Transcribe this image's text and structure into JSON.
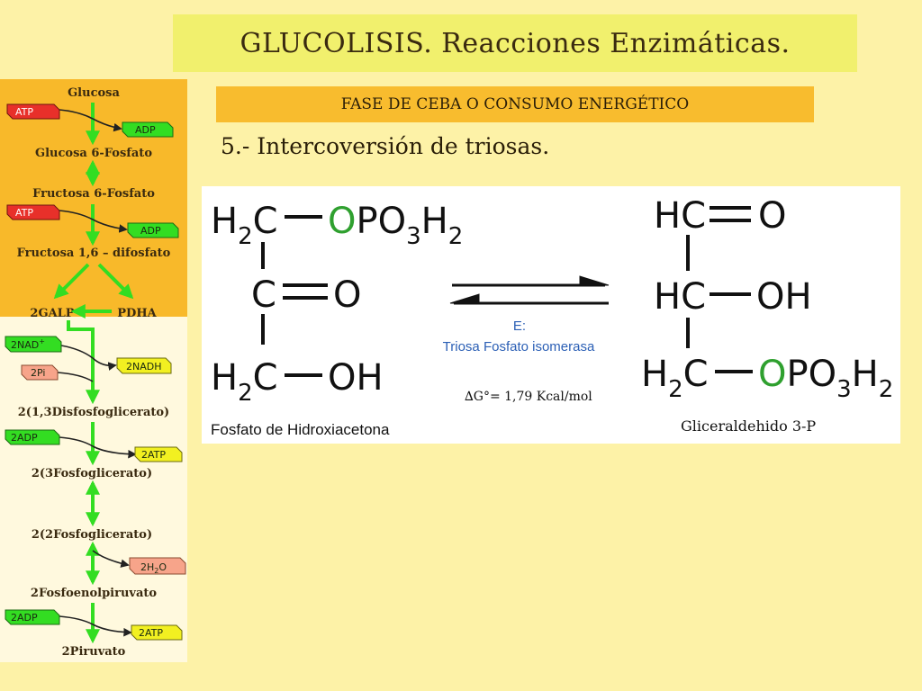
{
  "header": {
    "title": "GLUCOLISIS. Reacciones Enzimáticas.",
    "phase": "FASE DE CEBA O CONSUMO ENERGÉTICO",
    "subtitle": "5.- Intercoversión de triosas."
  },
  "pathway": {
    "steps": [
      "Glucosa",
      "Glucosa 6-Fosfato",
      "Fructosa 6-Fosfato",
      "Fructosa 1,6 – difosfato",
      "2GALP",
      "PDHA",
      "2(1,3Disfosfoglicerato)",
      "2(3Fosfoglicerato)",
      "2(2Fosfoglicerato)",
      "2Fosfoenolpiruvato",
      "2Piruvato"
    ],
    "cofactors": {
      "atp1": "ATP",
      "adp1": "ADP",
      "atp2": "ATP",
      "adp2": "ADP",
      "nad_base": "2NAD",
      "nad_sup": "+",
      "pi": "2Pi",
      "nadh": "2NADH",
      "adp3": "2ADP",
      "atp3": "2ATP",
      "water_pre": "2H",
      "water_sub": "2",
      "water_post": "O",
      "adp4": "2ADP",
      "atp4": "2ATP"
    },
    "colors": {
      "top_panel": "#f8b92a",
      "bottom_panel": "#fff9de",
      "arrow": "#33dd22",
      "red_box": "#e8302a",
      "green_box": "#33dd22",
      "yellow_box": "#f2f021",
      "pink_box": "#f7a48a"
    }
  },
  "reaction": {
    "left_name": "Fosfato de Hidroxiacetona",
    "right_name": "Gliceraldehido  3-P",
    "enzyme_label": "E:",
    "enzyme_name": "Triosa Fosfato isomerasa",
    "energy": "∆G°= 1,79 Kcal/mol",
    "chem": {
      "H": "H",
      "sub2": "2",
      "sub3": "3",
      "C": "C",
      "O": "O",
      "P": "P",
      "OH": "OH",
      "HC": "HC"
    },
    "colors": {
      "green_o": "#2fa02f",
      "enzyme_text": "#2b5fb5"
    }
  }
}
